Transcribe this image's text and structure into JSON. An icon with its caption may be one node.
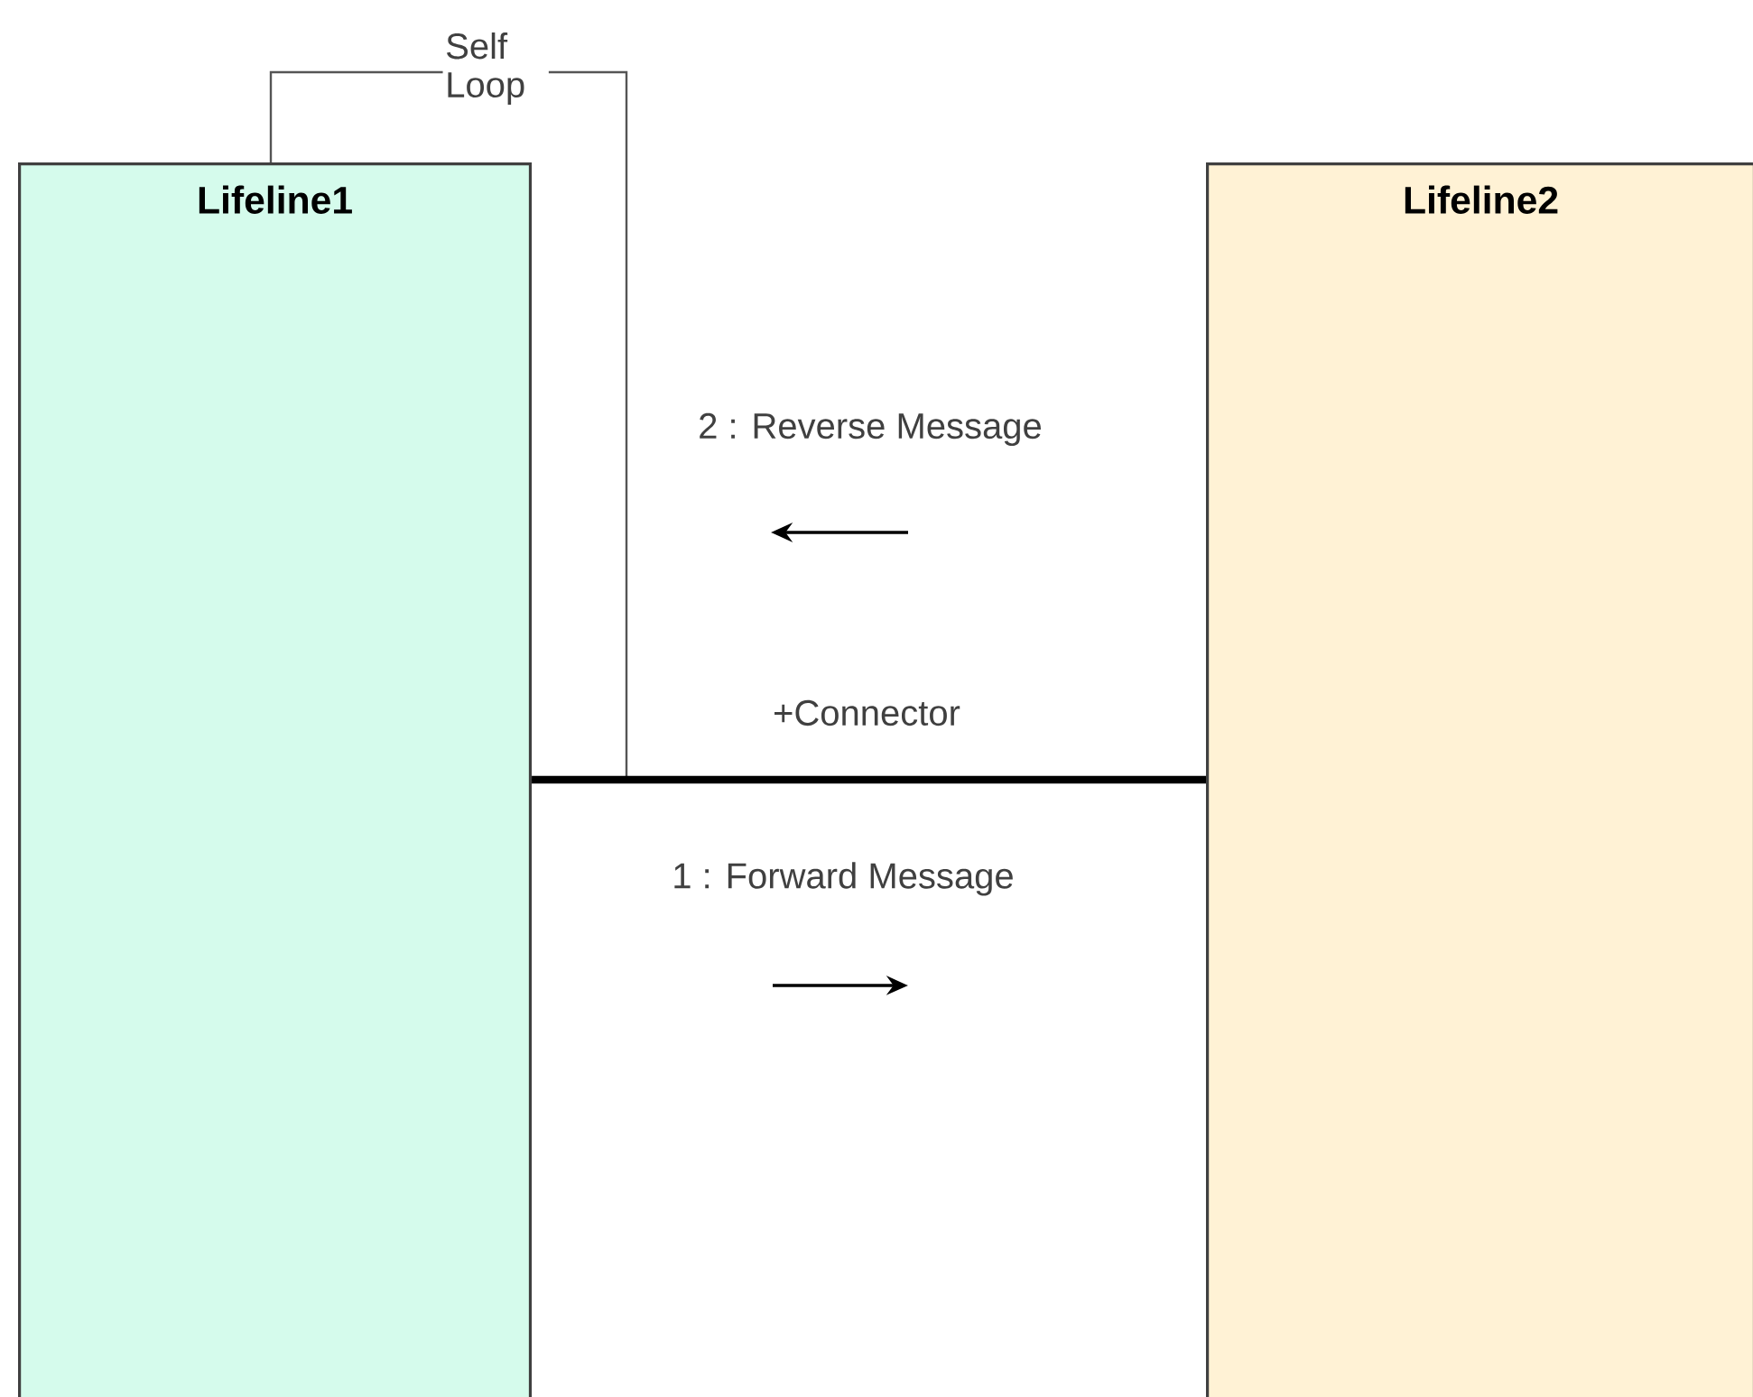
{
  "diagram": {
    "nodes": [
      {
        "text": [
          "Lifeline1"
        ]
      },
      {
        "text": [
          "Lifeline2"
        ]
      }
    ],
    "edges": [
      {
        "from": 0,
        "to": 0,
        "arrow": "none",
        "label": "Self Loop",
        "color": "#555555"
      },
      {
        "from": 0,
        "to": 1,
        "arrow": "none",
        "label": "+Connector",
        "style": "thick"
      }
    ],
    "labels": [
      "2 : Reverse Message",
      "1 : Forward Message"
    ]
  }
}
